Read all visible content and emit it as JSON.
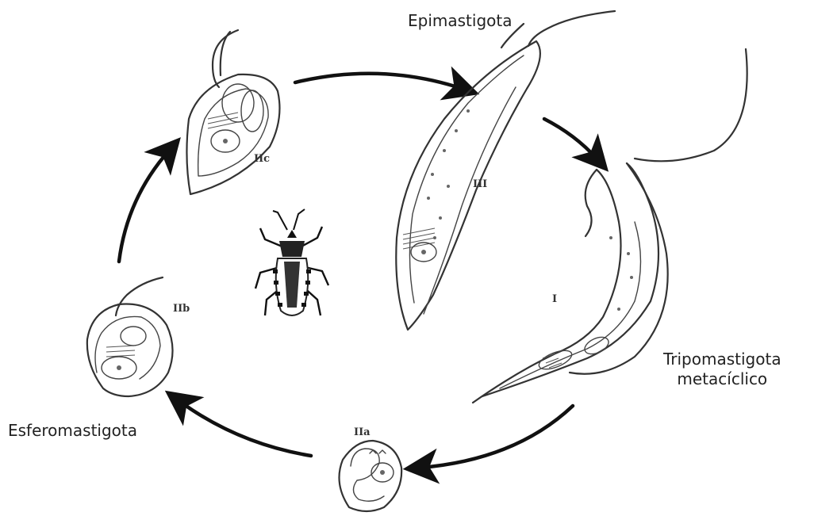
{
  "labels": {
    "epimastigota": "Epimastigota",
    "tripomastigota_line1": "Tripomastigota",
    "tripomastigota_line2": "metacíclico",
    "esferomastigota": "Esferomastigota"
  },
  "stage_codes": {
    "i": "I",
    "iia": "IIa",
    "iib": "IIb",
    "iic": "IIc",
    "iii": "III"
  },
  "colors": {
    "ink": "#333333",
    "arrow": "#111111",
    "background": "#ffffff"
  },
  "icons": [
    "triatomine-bug-icon",
    "cycle-arrow-icon"
  ]
}
